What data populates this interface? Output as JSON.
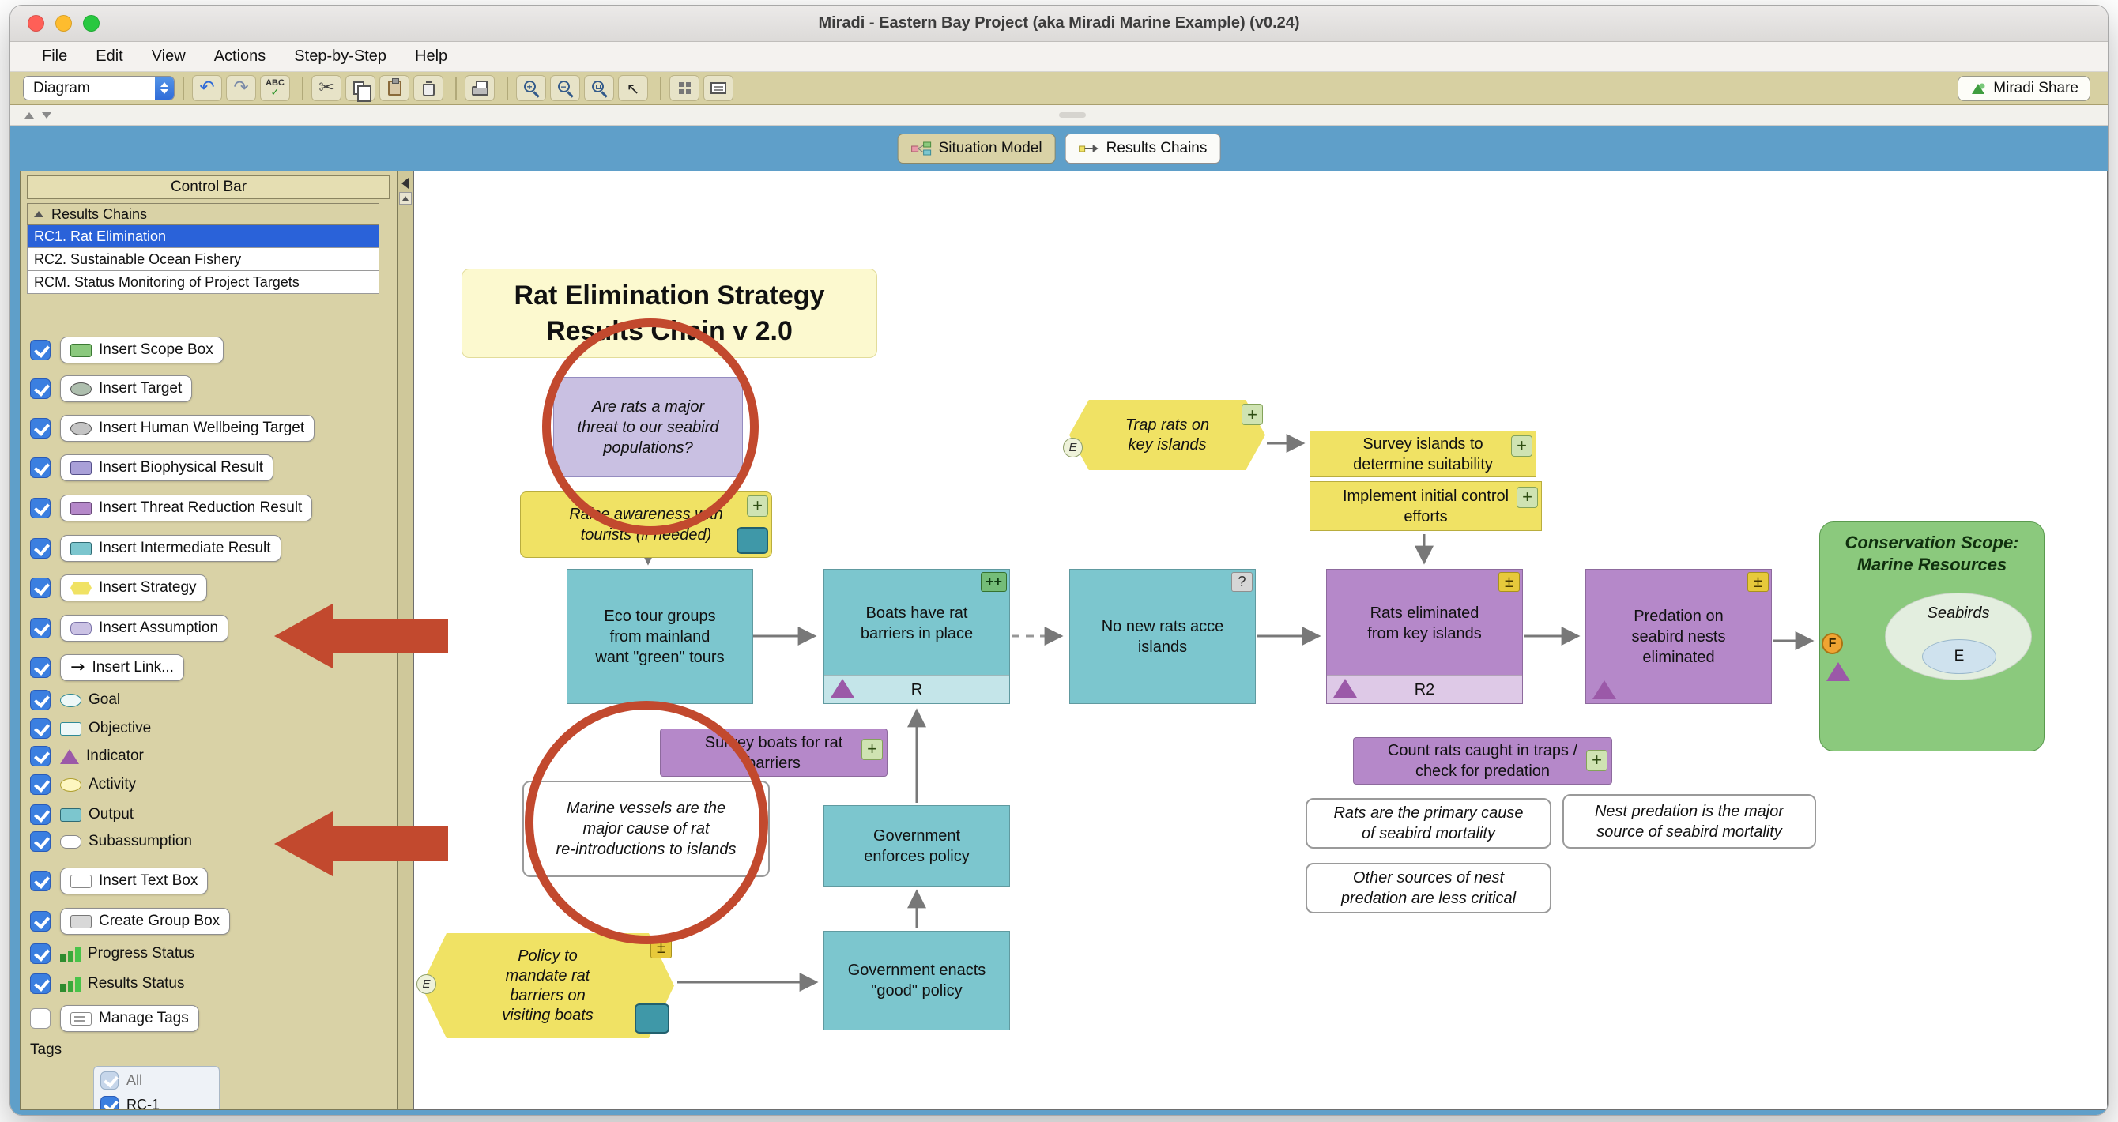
{
  "colors": {
    "selection_blue": "#2a62d9",
    "annotation_red": "#c2492e",
    "strategy_yellow": "#f0e264",
    "intermediate_teal": "#7cc6ce",
    "result_purple": "#b588c9",
    "scope_green": "#8bc97d",
    "assumption_lavender": "#c9c0e2",
    "toolbar_tan": "#d7d0a2",
    "frame_blue": "#5f9fc9"
  },
  "window": {
    "title": "Miradi - Eastern Bay Project (aka Miradi Marine Example) (v0.24)"
  },
  "menu": {
    "items": [
      "File",
      "Edit",
      "View",
      "Actions",
      "Step-by-Step",
      "Help"
    ]
  },
  "toolbar": {
    "view_selector": "Diagram",
    "share": "Miradi Share",
    "glyphs": {
      "undo": "↶",
      "redo": "↷",
      "spell": "ABC",
      "check": "✓",
      "cut": "✂",
      "zoom_in": "+",
      "zoom_out": "−",
      "select": "↖"
    },
    "icons": [
      "undo",
      "redo",
      "spell-check",
      "cut",
      "copy",
      "paste",
      "delete",
      "print",
      "zoom-in",
      "zoom-out",
      "zoom-to-fit",
      "select-pointer",
      "grid",
      "diagram-legend",
      "miradi-share"
    ]
  },
  "tabs": {
    "situation": "Situation Model",
    "results": "Results Chains"
  },
  "sidebar": {
    "title": "Control Bar",
    "chains_header": "Results Chains",
    "chains": [
      {
        "label": "RC1. Rat Elimination",
        "selected": true
      },
      {
        "label": "RC2. Sustainable Ocean Fishery",
        "selected": false
      },
      {
        "label": "RCM. Status Monitoring of Project Targets",
        "selected": false
      }
    ],
    "link_glyph": "→",
    "tools": [
      {
        "label": "Insert Scope Box",
        "icon": "scope-box",
        "checked": true
      },
      {
        "label": "Insert Target",
        "icon": "target-ellipse",
        "checked": true
      },
      {
        "label": "Insert Human Wellbeing Target",
        "icon": "human-wellbeing-ellipse",
        "checked": true
      },
      {
        "label": "Insert Biophysical Result",
        "icon": "biophysical-rect",
        "checked": true
      },
      {
        "label": "Insert Threat Reduction Result",
        "icon": "threat-reduction-rect",
        "checked": true
      },
      {
        "label": "Insert Intermediate Result",
        "icon": "intermediate-rect",
        "checked": true
      },
      {
        "label": "Insert Strategy",
        "icon": "strategy-hexagon",
        "checked": true
      },
      {
        "label": "Insert Assumption",
        "icon": "assumption-rect",
        "checked": true
      },
      {
        "label": "Insert Link...",
        "icon": "link-arrow",
        "checked": true
      },
      {
        "label": "Goal",
        "icon": "goal-ellipse",
        "checked": true
      },
      {
        "label": "Objective",
        "icon": "objective-rect",
        "checked": true
      },
      {
        "label": "Indicator",
        "icon": "indicator-triangle",
        "checked": true
      },
      {
        "label": "Activity",
        "icon": "activity-ellipse",
        "checked": true
      },
      {
        "label": "Output",
        "icon": "output-rect",
        "checked": true
      },
      {
        "label": "Subassumption",
        "icon": "subassumption-rect",
        "checked": true
      },
      {
        "label": "Insert Text Box",
        "icon": "text-box",
        "checked": true
      },
      {
        "label": "Create Group Box",
        "icon": "group-box",
        "checked": true
      },
      {
        "label": "Progress Status",
        "icon": "bar-chart",
        "checked": true
      },
      {
        "label": "Results Status",
        "icon": "bar-chart",
        "checked": true
      },
      {
        "label": "Manage Tags",
        "icon": "tag",
        "checked": false
      }
    ],
    "tags_label": "Tags",
    "tags": [
      {
        "label": "All",
        "checked": false
      },
      {
        "label": "RC-1",
        "checked": true
      }
    ]
  },
  "canvas": {
    "title_box": {
      "text": "Rat Elimination Strategy\nResults Chain v 2.0"
    },
    "assumption_rats": {
      "text": "Are rats a major\nthreat to our seabird\npopulations?"
    },
    "strategy_awareness": {
      "text": "Raise awareness with\ntourists (if needed)",
      "plus": "+"
    },
    "strategy_trap": {
      "text": "Trap rats on\nkey islands",
      "plus": "+",
      "e": "E"
    },
    "result_survey_islands": {
      "text": "Survey islands to\ndetermine suitability",
      "plus": "+"
    },
    "result_implement": {
      "text": "Implement initial control\nefforts",
      "plus": "+"
    },
    "ir_eco_tour": {
      "text": "Eco tour groups\nfrom mainland\nwant \"green\" tours"
    },
    "ir_boats": {
      "text": "Boats have rat\nbarriers in place",
      "rating": "++",
      "tag": "R"
    },
    "ir_no_new_rats": {
      "text": "No new rats acce\nislands",
      "rating": "?"
    },
    "trr_rats_eliminated": {
      "text": "Rats eliminated\nfrom key islands",
      "rating": "±",
      "tag": "R2"
    },
    "trr_predation": {
      "text": "Predation on\nseabird nests\neliminated",
      "rating": "±"
    },
    "scope": {
      "title": "Conservation Scope:\nMarine Resources",
      "target": "Seabirds",
      "e": "E",
      "f": "F"
    },
    "mon_survey_boats": {
      "text": "Survey boats for rat\nbarriers",
      "plus": "+"
    },
    "note_vessels": {
      "text": "Marine vessels are the\nmajor cause of rat\nre-introductions to islands"
    },
    "ir_gov_enforces": {
      "text": "Government\nenforces policy"
    },
    "ir_gov_enacts": {
      "text": "Government enacts\n\"good\" policy"
    },
    "strategy_policy": {
      "text": "Policy to\nmandate rat\nbarriers on\nvisiting boats",
      "rating": "±",
      "e": "E"
    },
    "mon_count_rats": {
      "text": "Count rats caught in traps /\ncheck for predation",
      "plus": "+"
    },
    "note_rats_mortality": {
      "text": "Rats are the primary cause\nof seabird mortality"
    },
    "note_nest_predation": {
      "text": "Nest predation is the major\nsource of seabird mortality"
    },
    "note_other_sources": {
      "text": "Other sources of nest\npredation are less critical"
    }
  }
}
